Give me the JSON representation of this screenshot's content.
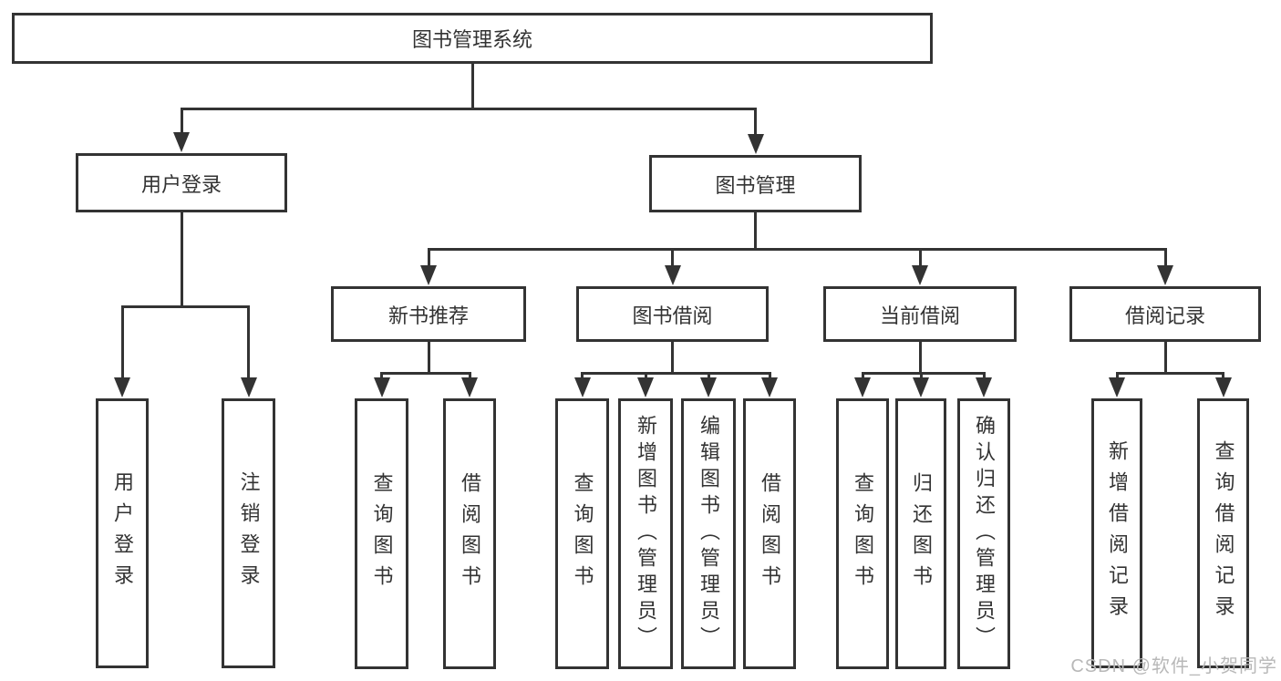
{
  "diagram": {
    "title": "图书管理系统",
    "watermark": "CSDN @软件_小贺同学",
    "colors": {
      "line": "#333333",
      "text": "#333333",
      "background": "#ffffff",
      "watermark": "#b8b8b8"
    },
    "nodes": [
      {
        "id": "root",
        "label": "图书管理系统",
        "parent": null,
        "orientation": "horizontal"
      },
      {
        "id": "user-login",
        "label": "用户登录",
        "parent": "root",
        "orientation": "horizontal"
      },
      {
        "id": "book-mgmt",
        "label": "图书管理",
        "parent": "root",
        "orientation": "horizontal"
      },
      {
        "id": "new-book-rec",
        "label": "新书推荐",
        "parent": "book-mgmt",
        "orientation": "horizontal"
      },
      {
        "id": "book-borrow",
        "label": "图书借阅",
        "parent": "book-mgmt",
        "orientation": "horizontal"
      },
      {
        "id": "current-borrow",
        "label": "当前借阅",
        "parent": "book-mgmt",
        "orientation": "horizontal"
      },
      {
        "id": "borrow-records",
        "label": "借阅记录",
        "parent": "book-mgmt",
        "orientation": "horizontal"
      },
      {
        "id": "leaf-user-login",
        "label": "用户登录",
        "parent": "user-login",
        "orientation": "vertical"
      },
      {
        "id": "leaf-logout",
        "label": "注销登录",
        "parent": "user-login",
        "orientation": "vertical"
      },
      {
        "id": "rec-query-book",
        "label": "查询图书",
        "parent": "new-book-rec",
        "orientation": "vertical"
      },
      {
        "id": "rec-borrow-book",
        "label": "借阅图书",
        "parent": "new-book-rec",
        "orientation": "vertical"
      },
      {
        "id": "bb-query-book",
        "label": "查询图书",
        "parent": "book-borrow",
        "orientation": "vertical"
      },
      {
        "id": "bb-add-book",
        "label": "新增图书（管理员）",
        "parent": "book-borrow",
        "orientation": "vertical"
      },
      {
        "id": "bb-edit-book",
        "label": "编辑图书（管理员）",
        "parent": "book-borrow",
        "orientation": "vertical"
      },
      {
        "id": "bb-borrow-book",
        "label": "借阅图书",
        "parent": "book-borrow",
        "orientation": "vertical"
      },
      {
        "id": "cb-query-book",
        "label": "查询图书",
        "parent": "current-borrow",
        "orientation": "vertical"
      },
      {
        "id": "cb-return-book",
        "label": "归还图书",
        "parent": "current-borrow",
        "orientation": "vertical"
      },
      {
        "id": "cb-confirm",
        "label": "确认归还（管理员）",
        "parent": "current-borrow",
        "orientation": "vertical"
      },
      {
        "id": "br-add-record",
        "label": "新增借阅记录",
        "parent": "borrow-records",
        "orientation": "vertical"
      },
      {
        "id": "br-query-record",
        "label": "查询借阅记录",
        "parent": "borrow-records",
        "orientation": "vertical"
      }
    ]
  }
}
